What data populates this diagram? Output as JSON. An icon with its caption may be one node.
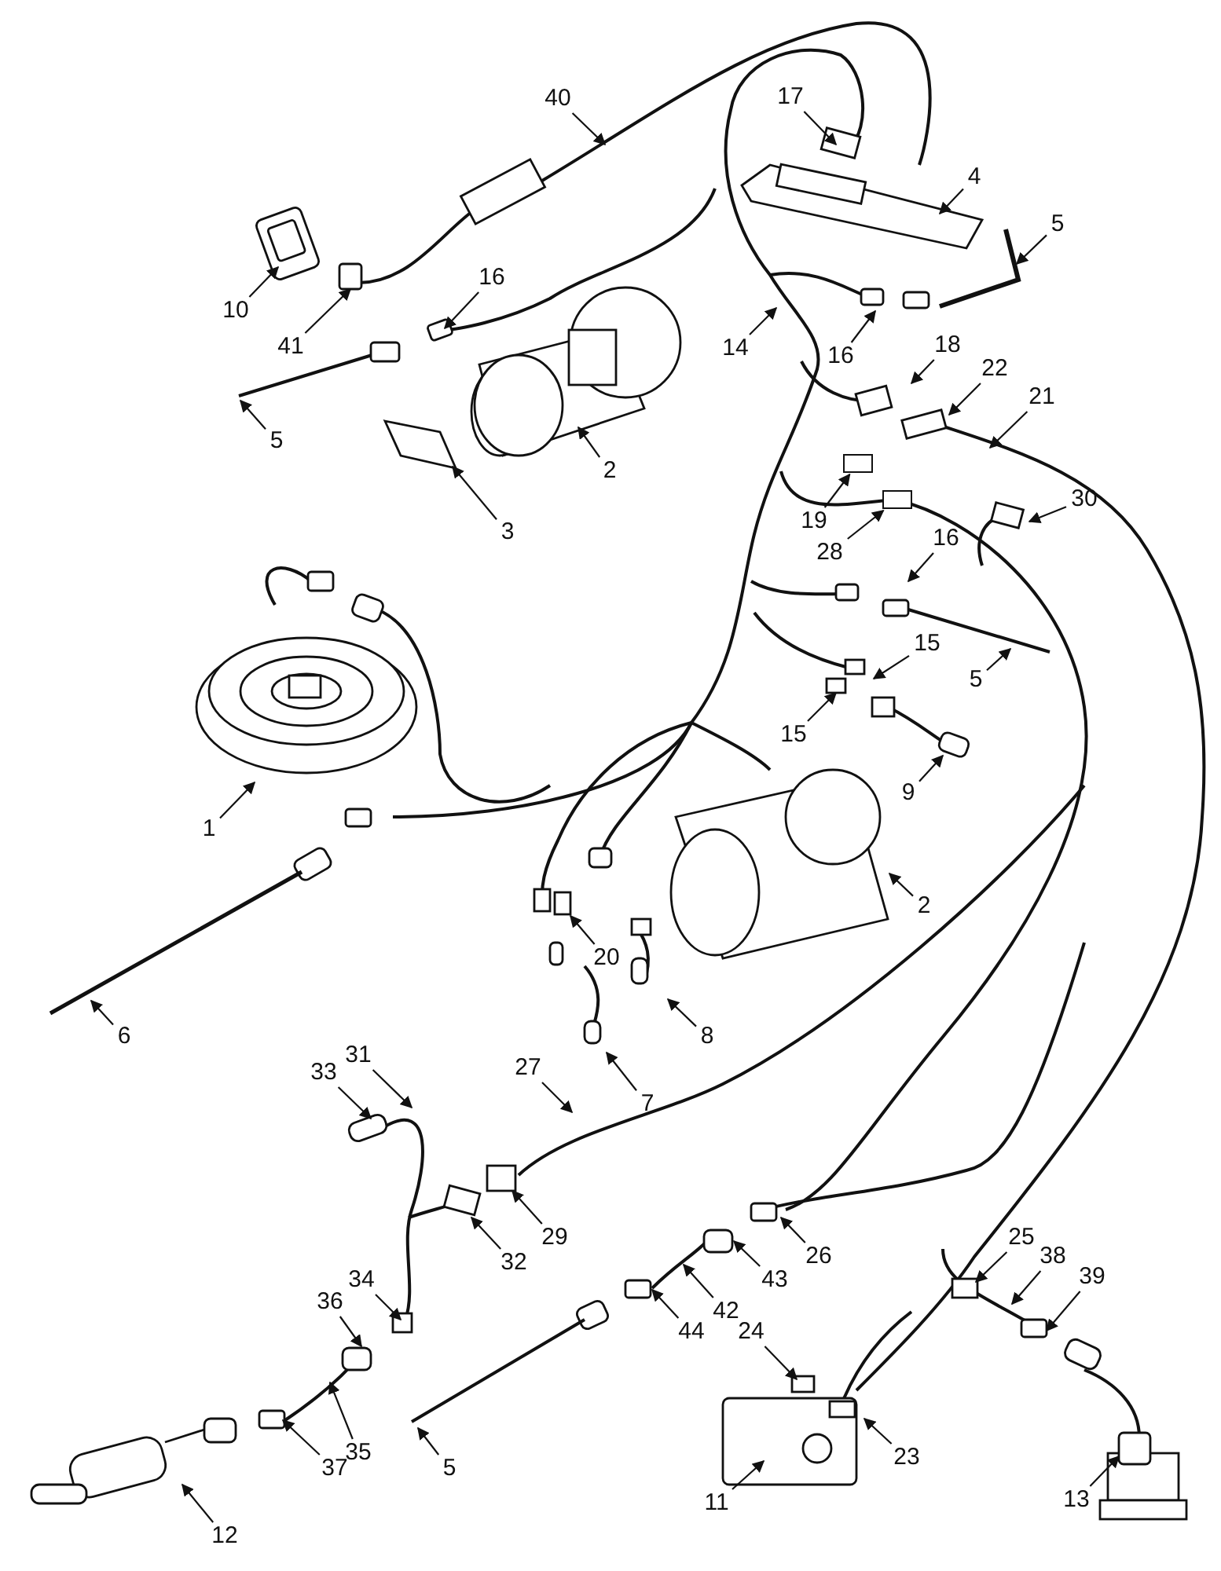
{
  "diagram": {
    "nodes": [
      {
        "text": [
          "40"
        ]
      },
      {
        "text": [
          "17"
        ]
      },
      {
        "text": [
          "4"
        ]
      },
      {
        "text": [
          "5"
        ]
      },
      {
        "text": [
          "10"
        ]
      },
      {
        "text": [
          "41"
        ]
      },
      {
        "text": [
          "16"
        ]
      },
      {
        "text": [
          "14"
        ]
      },
      {
        "text": [
          "16"
        ]
      },
      {
        "text": [
          "18"
        ]
      },
      {
        "text": [
          "22"
        ]
      },
      {
        "text": [
          "21"
        ]
      },
      {
        "text": [
          "5"
        ]
      },
      {
        "text": [
          "2"
        ]
      },
      {
        "text": [
          "3"
        ]
      },
      {
        "text": [
          "30"
        ]
      },
      {
        "text": [
          "19"
        ]
      },
      {
        "text": [
          "28"
        ]
      },
      {
        "text": [
          "16"
        ]
      },
      {
        "text": [
          "15"
        ]
      },
      {
        "text": [
          "5"
        ]
      },
      {
        "text": [
          "15"
        ]
      },
      {
        "text": [
          "9"
        ]
      },
      {
        "text": [
          "1"
        ]
      },
      {
        "text": [
          "2"
        ]
      },
      {
        "text": [
          "20"
        ]
      },
      {
        "text": [
          "6"
        ]
      },
      {
        "text": [
          "8"
        ]
      },
      {
        "text": [
          "33"
        ]
      },
      {
        "text": [
          "31"
        ]
      },
      {
        "text": [
          "27"
        ]
      },
      {
        "text": [
          "7"
        ]
      },
      {
        "text": [
          "29"
        ]
      },
      {
        "text": [
          "32"
        ]
      },
      {
        "text": [
          "26"
        ]
      },
      {
        "text": [
          "25"
        ]
      },
      {
        "text": [
          "38"
        ]
      },
      {
        "text": [
          "39"
        ]
      },
      {
        "text": [
          "43"
        ]
      },
      {
        "text": [
          "34"
        ]
      },
      {
        "text": [
          "36"
        ]
      },
      {
        "text": [
          "42"
        ]
      },
      {
        "text": [
          "44"
        ]
      },
      {
        "text": [
          "24"
        ]
      },
      {
        "text": [
          "35"
        ]
      },
      {
        "text": [
          "37"
        ]
      },
      {
        "text": [
          "5"
        ]
      },
      {
        "text": [
          "23"
        ]
      },
      {
        "text": [
          "11"
        ]
      },
      {
        "text": [
          "12"
        ]
      },
      {
        "text": [
          "13"
        ]
      },
      {
        "text": [],
        "shape": "box"
      },
      {
        "text": [],
        "shape": "box"
      }
    ],
    "edges": [
      {
        "from": 0,
        "to": null,
        "arrow": "to"
      },
      {
        "from": 1,
        "to": null,
        "arrow": "to"
      },
      {
        "from": 2,
        "to": null,
        "arrow": "to"
      },
      {
        "from": 3,
        "to": null,
        "arrow": "to"
      },
      {
        "from": 4,
        "to": null,
        "arrow": "to"
      },
      {
        "from": 5,
        "to": null,
        "arrow": "to"
      },
      {
        "from": 6,
        "to": null,
        "arrow": "to"
      },
      {
        "from": 7,
        "to": null,
        "arrow": "to"
      },
      {
        "from": 8,
        "to": null,
        "arrow": "to"
      },
      {
        "from": 9,
        "to": null,
        "arrow": "to"
      },
      {
        "from": 10,
        "to": null,
        "arrow": "to"
      },
      {
        "from": 11,
        "to": null,
        "arrow": "to"
      },
      {
        "from": 12,
        "to": null,
        "arrow": "to"
      },
      {
        "from": 13,
        "to": null,
        "arrow": "to"
      },
      {
        "from": 14,
        "to": null,
        "arrow": "to"
      },
      {
        "from": 15,
        "to": null,
        "arrow": "to"
      },
      {
        "from": 16,
        "to": 52,
        "arrow": "to"
      },
      {
        "from": 17,
        "to": 51,
        "arrow": "to"
      },
      {
        "from": 18,
        "to": null,
        "arrow": "to"
      },
      {
        "from": 19,
        "to": null,
        "arrow": "to"
      },
      {
        "from": 20,
        "to": null,
        "arrow": "to"
      },
      {
        "from": 21,
        "to": null,
        "arrow": "to"
      },
      {
        "from": 22,
        "to": null,
        "arrow": "to"
      },
      {
        "from": 23,
        "to": null,
        "arrow": "to"
      },
      {
        "from": 24,
        "to": null,
        "arrow": "to"
      },
      {
        "from": 25,
        "to": null,
        "arrow": "to"
      },
      {
        "from": 26,
        "to": null,
        "arrow": "to"
      },
      {
        "from": 27,
        "to": null,
        "arrow": "to"
      },
      {
        "from": 28,
        "to": null,
        "arrow": "to"
      },
      {
        "from": 29,
        "to": null,
        "arrow": "to"
      },
      {
        "from": 30,
        "to": null,
        "arrow": "to"
      },
      {
        "from": 31,
        "to": null,
        "arrow": "to"
      },
      {
        "from": 32,
        "to": null,
        "arrow": "to"
      },
      {
        "from": 33,
        "to": null,
        "arrow": "to"
      },
      {
        "from": 34,
        "to": null,
        "arrow": "to"
      },
      {
        "from": 35,
        "to": null,
        "arrow": "to"
      },
      {
        "from": 36,
        "to": null,
        "arrow": "to"
      },
      {
        "from": 37,
        "to": null,
        "arrow": "to"
      },
      {
        "from": 38,
        "to": null,
        "arrow": "to"
      },
      {
        "from": 39,
        "to": null,
        "arrow": "to"
      },
      {
        "from": 40,
        "to": null,
        "arrow": "to"
      },
      {
        "from": 41,
        "to": null,
        "arrow": "to"
      },
      {
        "from": 42,
        "to": null,
        "arrow": "to"
      },
      {
        "from": 43,
        "to": null,
        "arrow": "to"
      },
      {
        "from": 44,
        "to": null,
        "arrow": "to"
      },
      {
        "from": 45,
        "to": null,
        "arrow": "to"
      },
      {
        "from": 46,
        "to": null,
        "arrow": "to"
      },
      {
        "from": 47,
        "to": null,
        "arrow": "to"
      },
      {
        "from": 48,
        "to": null,
        "arrow": "to"
      },
      {
        "from": 49,
        "to": null,
        "arrow": "to"
      },
      {
        "from": 50,
        "to": null,
        "arrow": "to"
      }
    ]
  }
}
